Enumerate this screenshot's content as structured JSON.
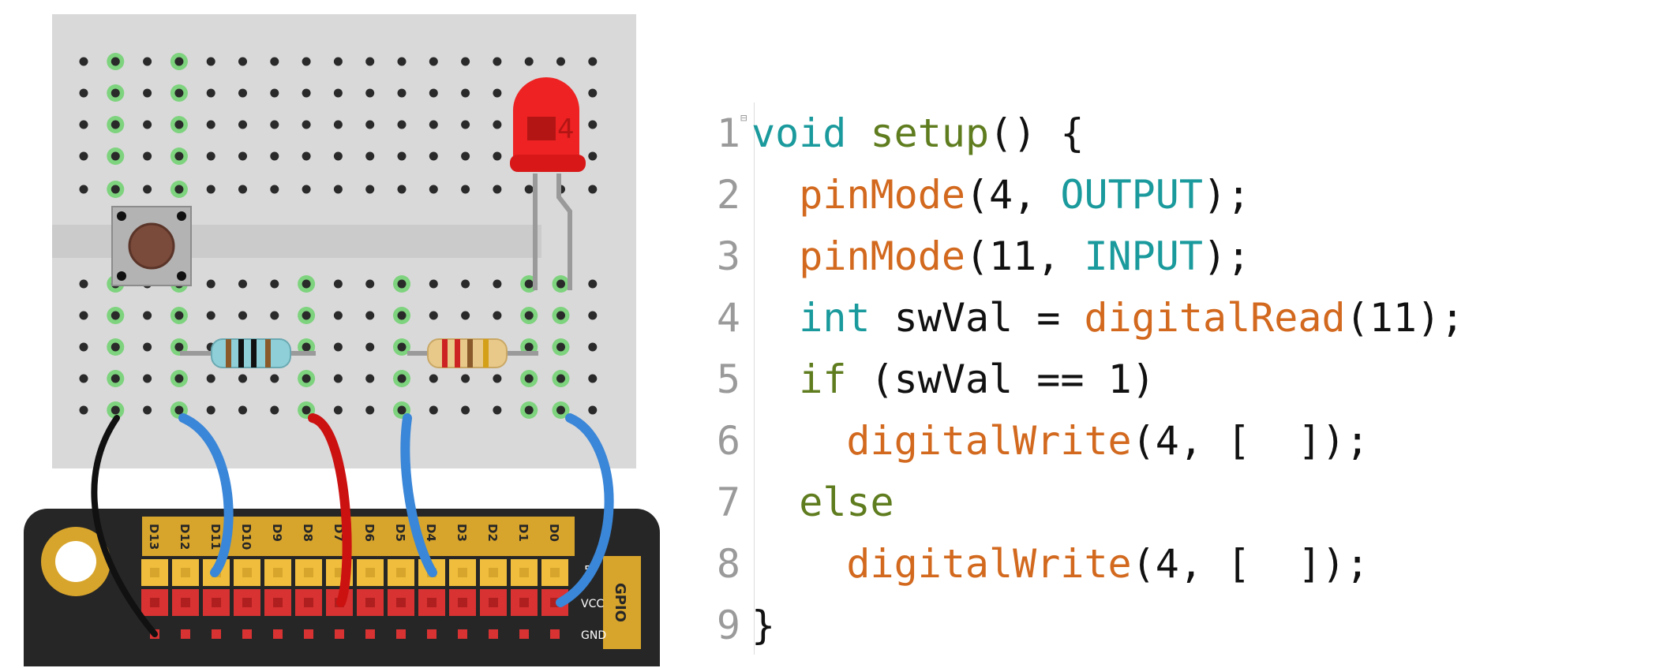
{
  "header_pins": [
    "D13",
    "D12",
    "D11",
    "D10",
    "D9",
    "D8",
    "D7",
    "D6",
    "D5",
    "D4",
    "D3",
    "D2",
    "D1",
    "D0"
  ],
  "header_side_labels": [
    "VCC",
    "GND"
  ],
  "header_corner_label": "5",
  "gpio_label": "GPIO",
  "led_marker": "4",
  "colors": {
    "breadboard": "#d9d9d9",
    "hole": "#2a2a2a",
    "hole_connected": "#7ed37e",
    "board": "#262626",
    "header_strip": "#d8a52c",
    "pin_yellow": "#f0be3c",
    "pin_red": "#d83232",
    "wire_black": "#111111",
    "wire_blue": "#3a86d8",
    "wire_red": "#cc1111",
    "led_red": "#ee2222",
    "button_body": "#b3b3b3",
    "button_cap": "#7a4a3a"
  },
  "code_lines": [
    {
      "num": "1",
      "fold": true,
      "tokens": [
        {
          "t": "void",
          "c": "kw-teal"
        },
        {
          "t": " ",
          "c": "plain"
        },
        {
          "t": "setup",
          "c": "kw-olive"
        },
        {
          "t": "() {",
          "c": "plain"
        }
      ]
    },
    {
      "num": "2",
      "fold": false,
      "tokens": [
        {
          "t": "  ",
          "c": "plain"
        },
        {
          "t": "pinMode",
          "c": "fn-orange"
        },
        {
          "t": "(4, ",
          "c": "plain"
        },
        {
          "t": "OUTPUT",
          "c": "kw-teal"
        },
        {
          "t": ");",
          "c": "plain"
        }
      ]
    },
    {
      "num": "3",
      "fold": false,
      "tokens": [
        {
          "t": "  ",
          "c": "plain"
        },
        {
          "t": "pinMode",
          "c": "fn-orange"
        },
        {
          "t": "(11, ",
          "c": "plain"
        },
        {
          "t": "INPUT",
          "c": "kw-teal"
        },
        {
          "t": ");",
          "c": "plain"
        }
      ]
    },
    {
      "num": "4",
      "fold": false,
      "tokens": [
        {
          "t": "  ",
          "c": "plain"
        },
        {
          "t": "int",
          "c": "kw-teal"
        },
        {
          "t": " swVal = ",
          "c": "plain"
        },
        {
          "t": "digitalRead",
          "c": "fn-orange"
        },
        {
          "t": "(11);",
          "c": "plain"
        }
      ]
    },
    {
      "num": "5",
      "fold": false,
      "tokens": [
        {
          "t": "  ",
          "c": "plain"
        },
        {
          "t": "if",
          "c": "kw-olive"
        },
        {
          "t": " (swVal == 1)",
          "c": "plain"
        }
      ]
    },
    {
      "num": "6",
      "fold": false,
      "tokens": [
        {
          "t": "    ",
          "c": "plain"
        },
        {
          "t": "digitalWrite",
          "c": "fn-orange"
        },
        {
          "t": "(4, [  ]);",
          "c": "plain"
        }
      ]
    },
    {
      "num": "7",
      "fold": false,
      "tokens": [
        {
          "t": "  ",
          "c": "plain"
        },
        {
          "t": "else",
          "c": "kw-olive"
        }
      ]
    },
    {
      "num": "8",
      "fold": false,
      "tokens": [
        {
          "t": "    ",
          "c": "plain"
        },
        {
          "t": "digitalWrite",
          "c": "fn-orange"
        },
        {
          "t": "(4, [  ]);",
          "c": "plain"
        }
      ]
    },
    {
      "num": "9",
      "fold": false,
      "tokens": [
        {
          "t": "}",
          "c": "plain"
        }
      ]
    }
  ]
}
